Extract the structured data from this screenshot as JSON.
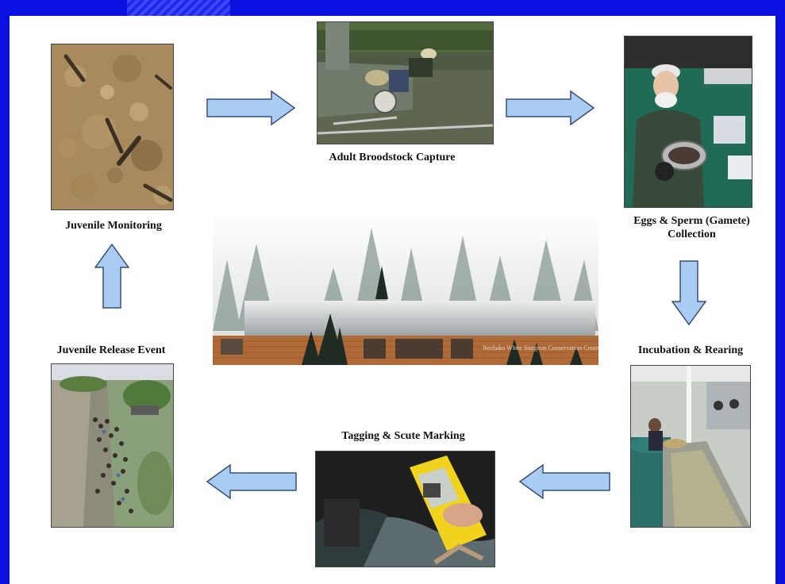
{
  "diagram": {
    "stages": [
      {
        "id": "juvenile_monitoring",
        "label": "Juvenile Monitoring"
      },
      {
        "id": "adult_broodstock_capture",
        "label": "Adult Broodstock Capture"
      },
      {
        "id": "gamete_collection",
        "label_line1": "Eggs & Sperm (Gamete)",
        "label_line2": "Collection"
      },
      {
        "id": "incubation_rearing",
        "label": "Incubation & Rearing"
      },
      {
        "id": "tagging_scute_marking",
        "label": "Tagging & Scute Marking"
      },
      {
        "id": "juvenile_release_event",
        "label": "Juvenile Release Event"
      }
    ],
    "center_image_sign": "Nechako White Sturgeon Conservation Centre",
    "flow": [
      "juvenile_monitoring -> adult_broodstock_capture",
      "adult_broodstock_capture -> gamete_collection",
      "gamete_collection -> incubation_rearing",
      "incubation_rearing -> tagging_scute_marking",
      "tagging_scute_marking -> juvenile_release_event",
      "juvenile_release_event -> juvenile_monitoring"
    ],
    "colors": {
      "frame": "#0a10e0",
      "arrow_fill": "#a9cdf2",
      "arrow_stroke": "#3a4f7a"
    }
  }
}
